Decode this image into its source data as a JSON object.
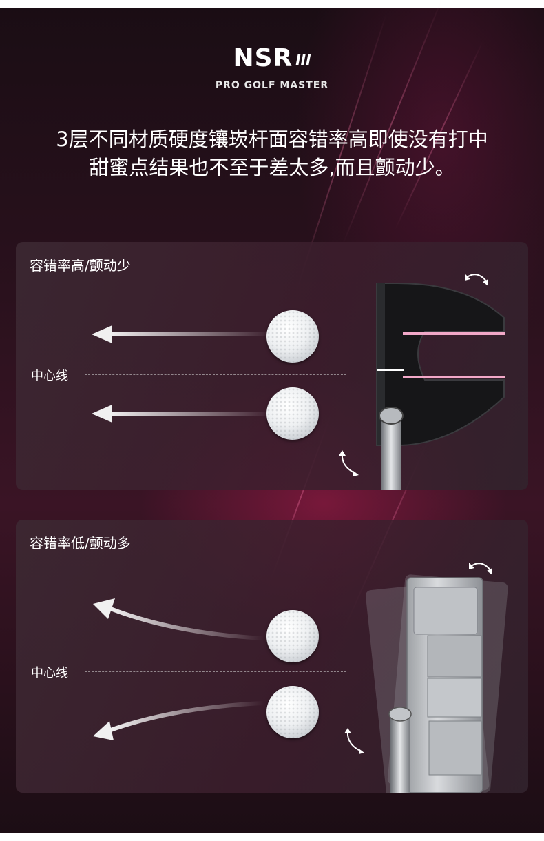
{
  "brand": {
    "logo": "NSR",
    "logo_suffix": "III",
    "tagline": "PRO GOLF MASTER"
  },
  "headline": {
    "line1": "3层不同材质硬度镶崁杆面容错率高即使没有打中",
    "line2": "甜蜜点结果也不至于差太多,而且颤动少。"
  },
  "panels": [
    {
      "title": "容错率高/颤动少",
      "center_line_label": "中心线",
      "putter": "mallet-putter",
      "arrow_style": "straight"
    },
    {
      "title": "容错率低/颤动多",
      "center_line_label": "中心线",
      "putter": "blade-putter",
      "arrow_style": "curved"
    }
  ],
  "colors": {
    "background": "#2a111d",
    "accent_pink": "#f2a8c8",
    "text": "#ffffff"
  }
}
